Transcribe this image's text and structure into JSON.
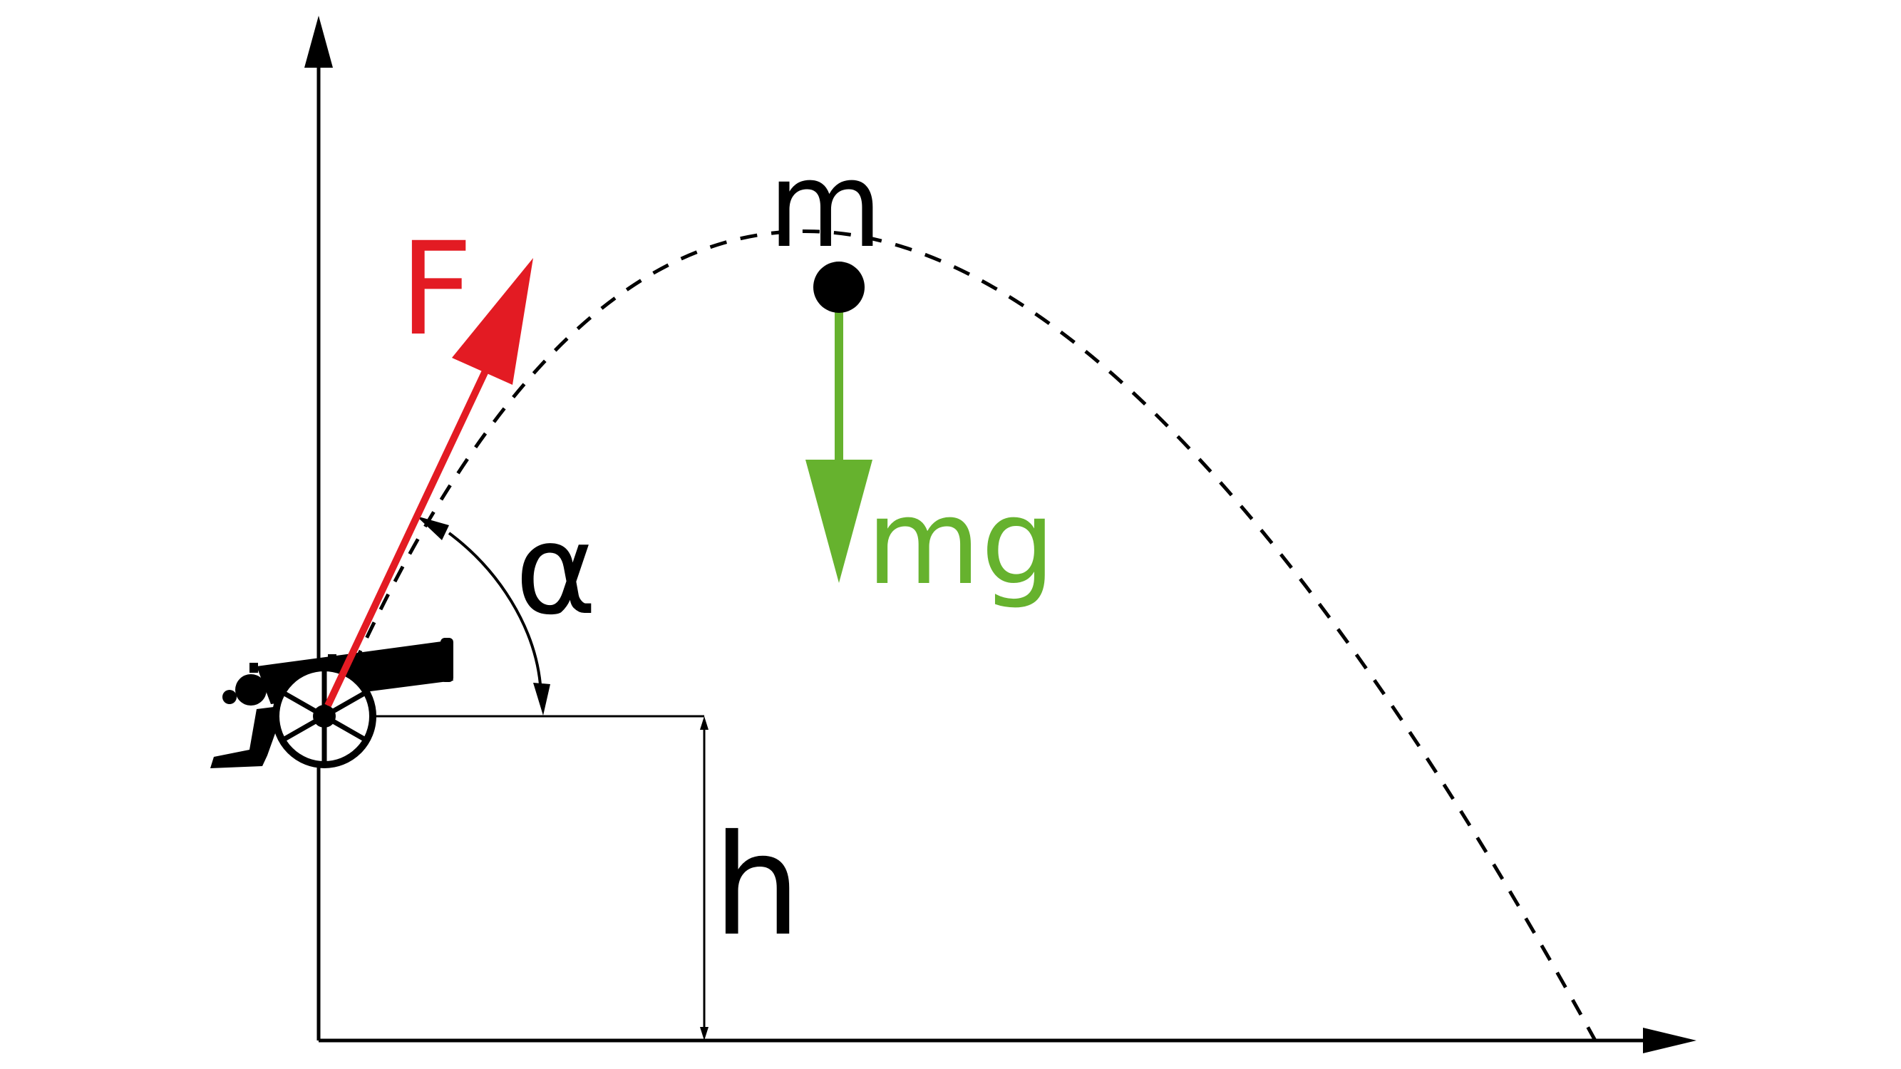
{
  "labels": {
    "force": "F",
    "mass": "m",
    "weight": "mg",
    "angle": "α",
    "height": "h"
  },
  "colors": {
    "force": "#e31b23",
    "weight": "#66b22e",
    "ink": "#000000",
    "background": "#ffffff"
  },
  "icons": {
    "launcher": "cannon-icon",
    "projectile": "ball-icon"
  }
}
